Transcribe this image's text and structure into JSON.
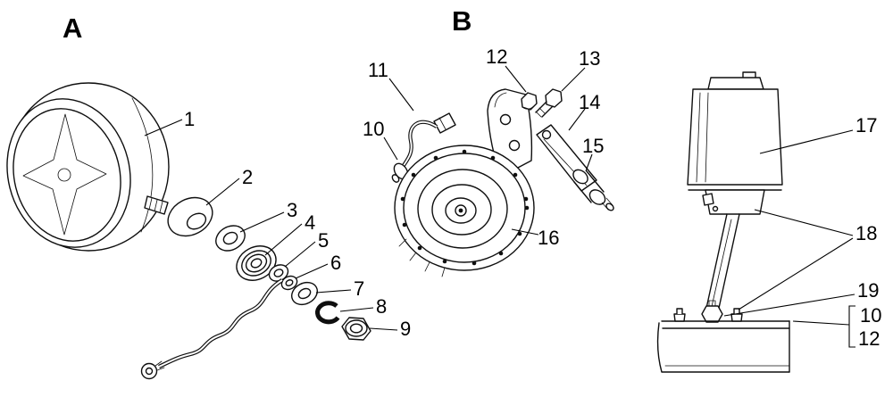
{
  "figure": {
    "type": "exploded-parts-diagram",
    "colors": {
      "line": "#000000",
      "background": "#ffffff"
    },
    "section_labels": {
      "a": "A",
      "b": "B"
    },
    "headlamp": {
      "callouts": [
        "1",
        "2",
        "3",
        "4",
        "5",
        "6",
        "7",
        "8",
        "9"
      ]
    },
    "horn": {
      "callouts": [
        "10",
        "11",
        "12",
        "13",
        "14",
        "15",
        "16"
      ]
    },
    "filter": {
      "callouts": [
        "17",
        "18",
        "19",
        "10",
        "12"
      ]
    }
  }
}
